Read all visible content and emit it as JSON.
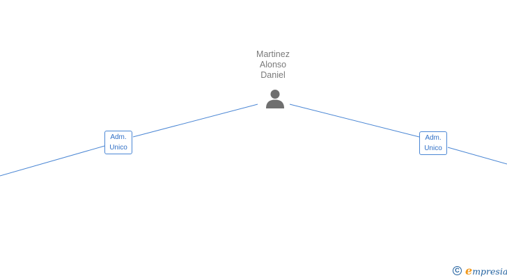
{
  "person": {
    "name_lines": [
      "Martinez",
      "Alonso",
      "Daniel"
    ],
    "icon": "person-icon"
  },
  "roles": [
    {
      "id": "left",
      "lines": [
        "Adm.",
        "Unico"
      ]
    },
    {
      "id": "right",
      "lines": [
        "Adm.",
        "Unico"
      ]
    }
  ],
  "watermark": {
    "copyright_symbol": "C",
    "brand_initial": "e",
    "brand_rest": "mpresia"
  },
  "colors": {
    "link": "#4a86d4",
    "role_text": "#2f6fc6",
    "name_text": "#7a7a7a",
    "icon": "#6f6f6f",
    "brand_blue": "#1f5f9e",
    "brand_orange": "#f29a1f"
  }
}
